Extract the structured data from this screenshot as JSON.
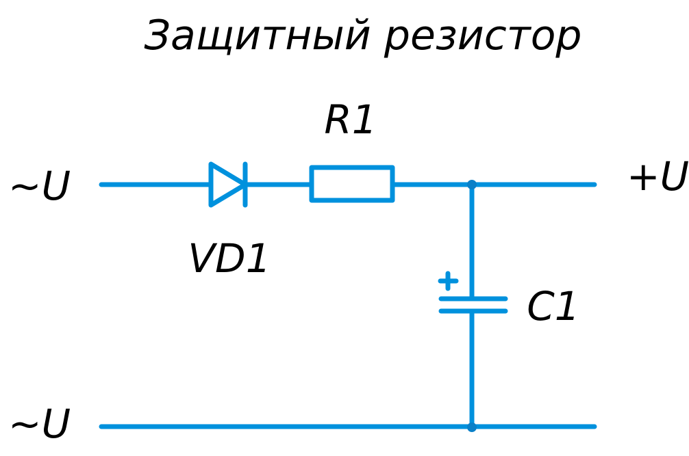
{
  "title": "Защитный резистор",
  "colors": {
    "wire": "#0091dd",
    "junction": "#0a80c8",
    "text": "#000000",
    "background": "#ffffff"
  },
  "terminals": {
    "input_top": "~U",
    "input_bottom": "~U",
    "output_top": "+U"
  },
  "components": {
    "diode": {
      "ref": "VD1",
      "type": "diode"
    },
    "resistor": {
      "ref": "R1",
      "type": "resistor"
    },
    "capacitor": {
      "ref": "C1",
      "type": "polarized-capacitor",
      "polarity_mark": "+"
    }
  }
}
